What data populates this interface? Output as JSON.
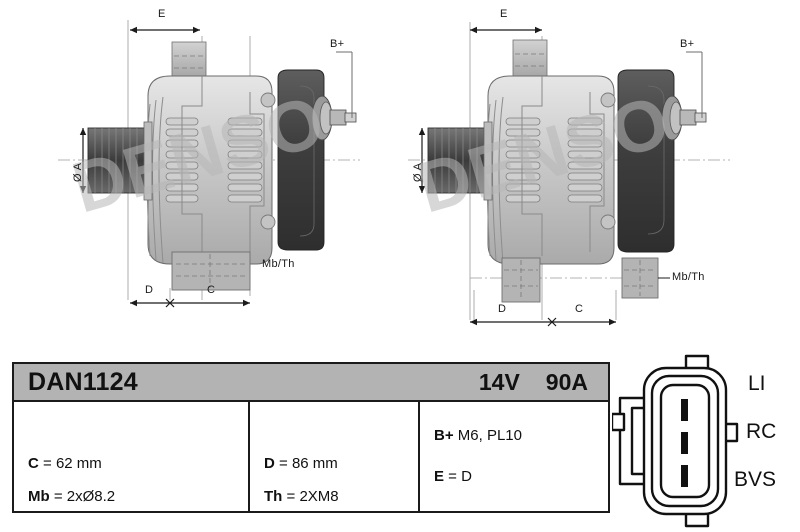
{
  "diagrams": [
    {
      "id": "left-view",
      "name": "alternator-front-view",
      "watermark": "DENSO",
      "labels": {
        "top_dim": "E",
        "terminal": "B+",
        "diameter": "Ø A",
        "mount": "Mb/Th",
        "bottom_left_dim": "D",
        "bottom_right_dim": "C"
      }
    },
    {
      "id": "right-view",
      "name": "alternator-side-view",
      "watermark": "DENSO",
      "labels": {
        "top_dim": "E",
        "terminal": "B+",
        "diameter": "Ø A",
        "mount": "Mb/Th",
        "bottom_left_dim": "D",
        "bottom_right_dim": "C"
      }
    }
  ],
  "spec_table": {
    "header": {
      "part_number": "DAN1124",
      "voltage": "14V",
      "current": "90A",
      "background_color": "#b3b3b3"
    },
    "cells": [
      {
        "name": "cell-c-mb",
        "lines": [
          {
            "label": "C",
            "separator": " = ",
            "value": "62 mm"
          },
          {
            "label": "Mb",
            "separator": " = ",
            "value": "2xØ8.2"
          }
        ]
      },
      {
        "name": "cell-d-th",
        "lines": [
          {
            "label": "D",
            "separator": " = ",
            "value": "86 mm"
          },
          {
            "label": "Th",
            "separator": " = ",
            "value": "2XM8"
          }
        ]
      },
      {
        "name": "cell-terminal-e",
        "lines": [
          {
            "label": "B+",
            "separator": " ",
            "value": "M6, PL10"
          },
          {
            "label": "E",
            "separator": " = ",
            "value": "D"
          }
        ]
      }
    ]
  },
  "connector": {
    "name": "3-pin-connector",
    "pin_count": 3,
    "pins": [
      {
        "position": "top",
        "label": "LI"
      },
      {
        "position": "middle",
        "label": "RC"
      },
      {
        "position": "bottom",
        "label": "BVS"
      }
    ]
  },
  "colors": {
    "line": "#1b1b1b",
    "header_gray": "#b3b3b3",
    "body_light": "#d9d9d9",
    "body_mid": "#bdbdbd",
    "body_dark": "#6e6e6e",
    "rear_housing": "#4a4a4a",
    "pulley": "#5a5a5a"
  }
}
